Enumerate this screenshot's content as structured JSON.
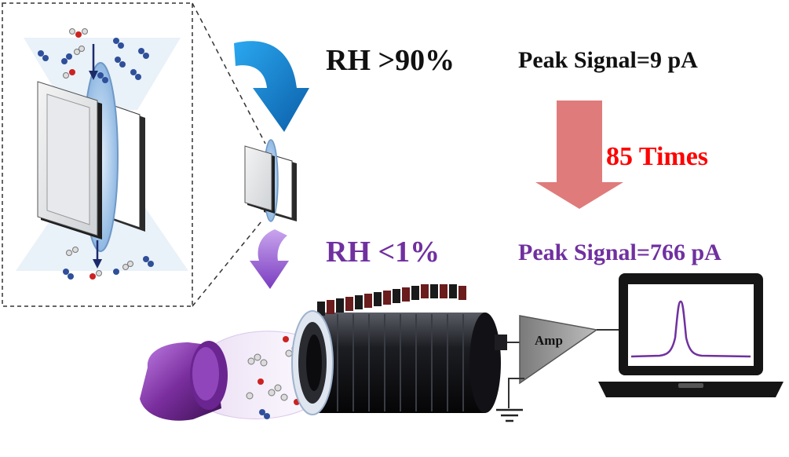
{
  "labels": {
    "rh_high": "RH >90%",
    "rh_low": "RH <1%",
    "peak_high": "Peak Signal=9 pA",
    "peak_low": "Peak Signal=766 pA",
    "factor": "85 Times",
    "amp": "Amp"
  },
  "colors": {
    "text_dark": "#111111",
    "purple": "#7030a0",
    "red": "#ff0000",
    "blue_arrow": "#1f8fd6",
    "salmon_arrow": "#e07b7b",
    "purple_arrow": "#8b4fc7",
    "lamp": "#7a2e9e",
    "tube": "#1a1a1f",
    "peak_trace": "#7030a0"
  },
  "icons": {
    "inset": "filter-membrane-inset",
    "filter": "filter-cartridge",
    "detector": "ion-detector-tube",
    "lamp": "uv-lamp",
    "amplifier": "amplifier-triangle",
    "laptop": "laptop-signal",
    "ground": "ground-symbol"
  }
}
